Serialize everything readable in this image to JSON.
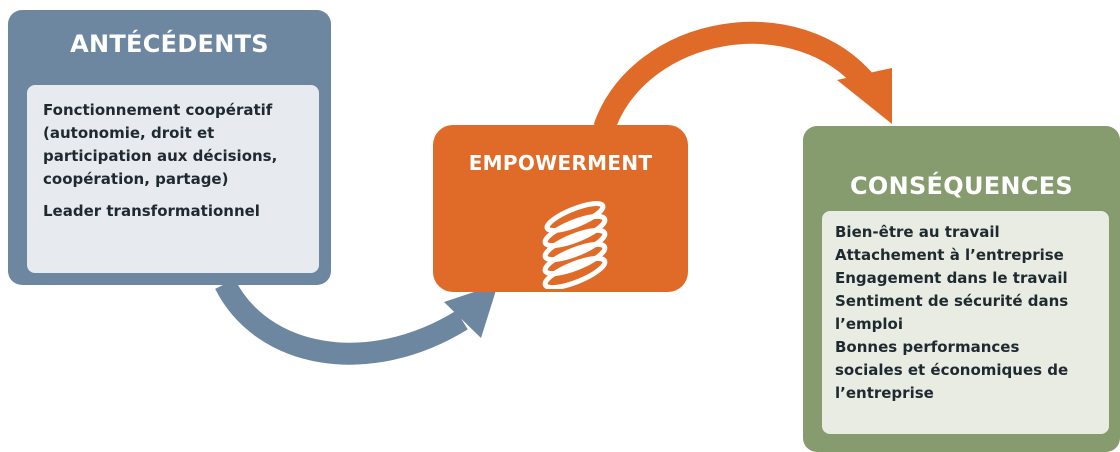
{
  "antecedents": {
    "title": "ANTÉCÉDENTS",
    "items": [
      [
        "Fonctionnement coopératif",
        "(autonomie, droit et",
        "participation aux décisions,",
        "coopération, partage)"
      ],
      [
        "Leader transformationnel"
      ]
    ]
  },
  "empowerment": {
    "title": "EMPOWERMENT",
    "icon": "spring-icon"
  },
  "consequences": {
    "title": "CONSÉQUENCES",
    "lines": [
      "Bien-être au travail",
      "Attachement à l’entreprise",
      "Engagement dans le travail",
      "Sentiment de sécurité dans",
      "l’emploi",
      "Bonnes performances",
      "sociales et économiques de",
      "l’entreprise"
    ]
  },
  "colors": {
    "antecedents": "#6d87a1",
    "empowerment": "#e06a27",
    "consequences": "#869c6e",
    "arrow_blue": "#6d87a1",
    "arrow_orange": "#e06a27"
  }
}
